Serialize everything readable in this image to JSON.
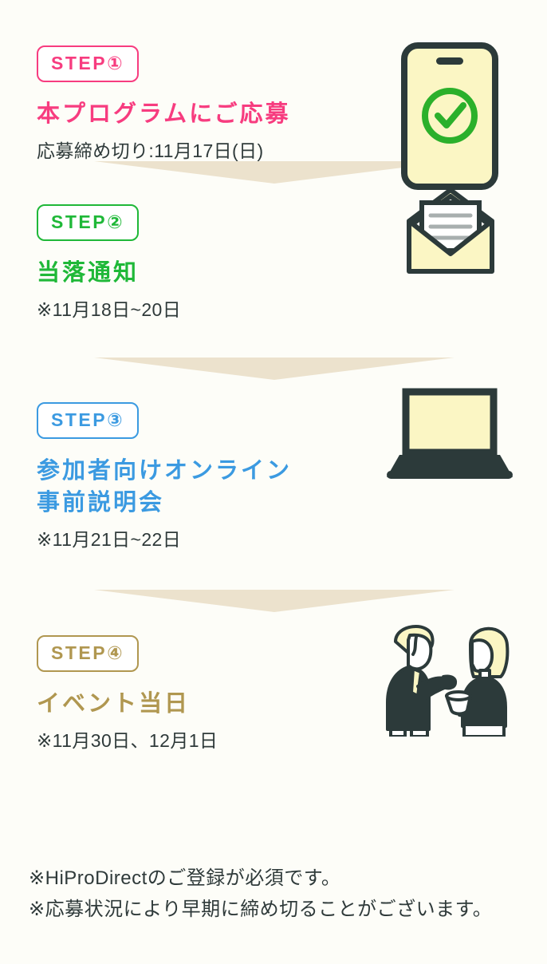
{
  "page": {
    "background_color": "#fdfdf8",
    "arrow_color": "#ece2cd",
    "body_text_color": "#2f3a3a"
  },
  "steps": [
    {
      "badge_label": "STEP①",
      "title": "本プログラムにご応募",
      "note": "応募締め切り:11月17日(日)",
      "accent_color": "#f73c7f",
      "icon": "smartphone-check-icon"
    },
    {
      "badge_label": "STEP②",
      "title": "当落通知",
      "note": "※11月18日~20日",
      "accent_color": "#1fb838",
      "icon": "open-envelope-icon"
    },
    {
      "badge_label": "STEP③",
      "title": "参加者向けオンライン\n事前説明会",
      "note": "※11月21日~22日",
      "accent_color": "#3b9ae1",
      "icon": "laptop-icon"
    },
    {
      "badge_label": "STEP④",
      "title": "イベント当日",
      "note": "※11月30日、12月1日",
      "accent_color": "#b09750",
      "icon": "two-people-networking-icon"
    }
  ],
  "footer": {
    "notes": [
      "※HiProDirectのご登録が必須です。",
      "※応募状況により早期に締め切ることがございます。"
    ]
  }
}
